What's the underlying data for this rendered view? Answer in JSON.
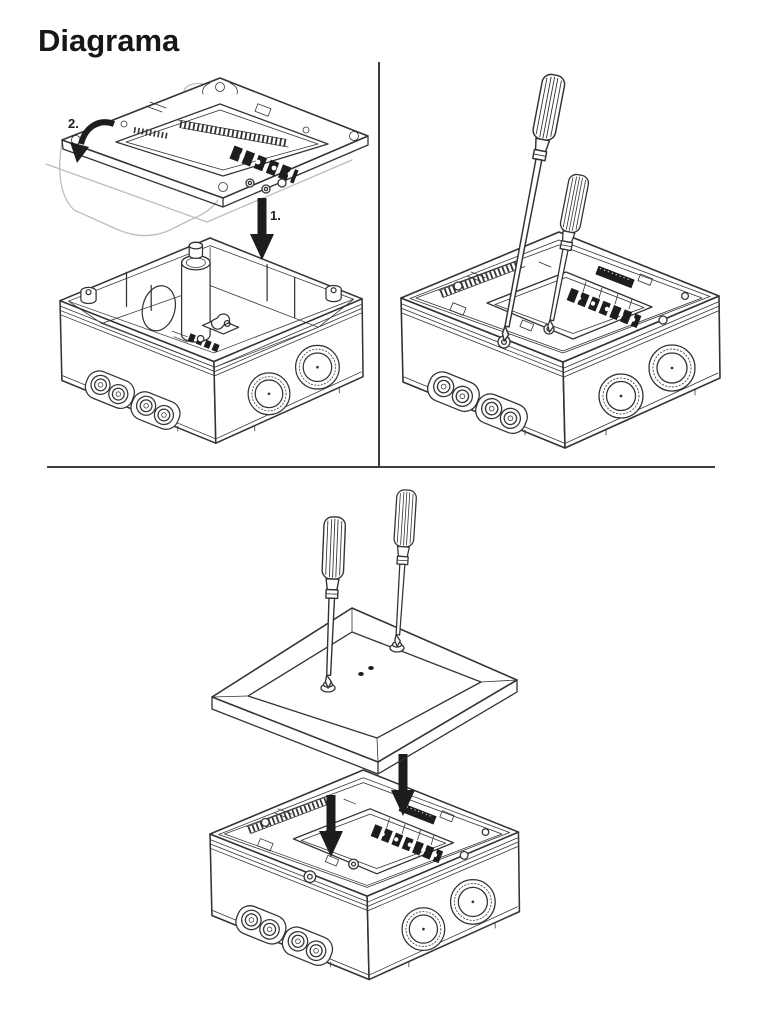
{
  "page": {
    "title": "Diagrama"
  },
  "colors": {
    "paper": "#ffffff",
    "line": "#333333",
    "dark": "#1d1d1d",
    "ghost": "#bdbdbd",
    "divider": "#3e3e3e",
    "title-color": "#171717"
  },
  "figure": {
    "step1": {
      "label_insert": "1.",
      "label_release": "2.",
      "parts": [
        "terminal-plate",
        "junction-box-open",
        "insert-arrow",
        "release-arrow",
        "ghost-cover-outline"
      ]
    },
    "step2": {
      "parts": [
        "screwdriver-left",
        "screwdriver-right",
        "junction-box-with-plate"
      ]
    },
    "step3": {
      "parts": [
        "screwdriver-left",
        "screwdriver-right",
        "box-lid",
        "junction-box-with-plate",
        "press-arrow-left",
        "press-arrow-right"
      ]
    }
  }
}
